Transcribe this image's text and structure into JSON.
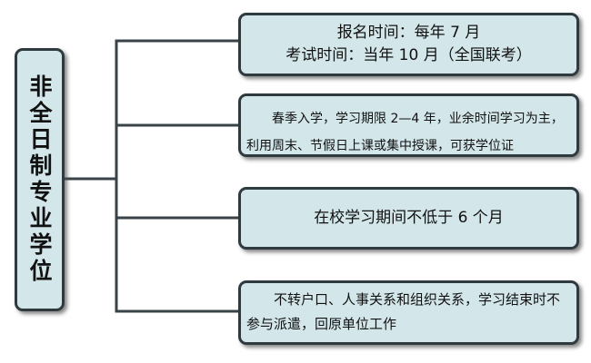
{
  "root": {
    "label": "非全日制专业学位"
  },
  "branches": [
    {
      "lines": [
        "报名时间：每年 7 月",
        "考试时间：当年 10 月（全国联考）"
      ]
    },
    {
      "text": "春季入学，学习期限 2—4 年，业余时间学习为主，利用周末、节假日上课或集中授课，可获学位证"
    },
    {
      "text": "在校学习期间不低于 6 个月"
    },
    {
      "text": "不转户口、人事关系和组织关系，学习结束时不参与派遣，回原单位工作"
    }
  ],
  "colors": {
    "box_fill": "#d3e6ea",
    "box_border": "#2f3a3f",
    "connector": "#3a4348"
  }
}
